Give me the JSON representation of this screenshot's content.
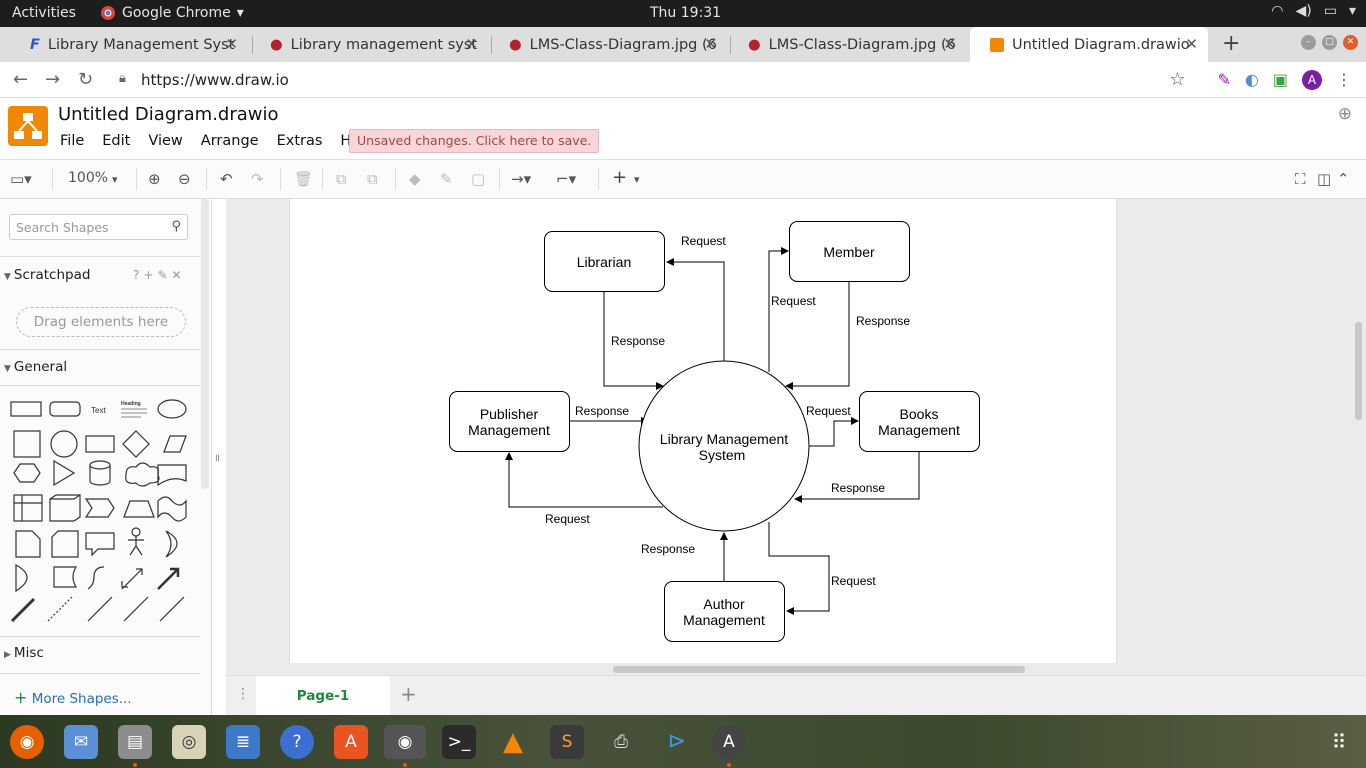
{
  "system": {
    "activities": "Activities",
    "app_name": "Google Chrome",
    "clock": "Thu 19:31"
  },
  "browser": {
    "tabs": [
      {
        "title": "Library Management Syst",
        "icon": "firefox-f-icon"
      },
      {
        "title": "Library management syst",
        "icon": "robot-icon"
      },
      {
        "title": "LMS-Class-Diagram.jpg (6",
        "icon": "robot-icon"
      },
      {
        "title": "LMS-Class-Diagram.jpg (6",
        "icon": "robot-icon"
      },
      {
        "title": "Untitled Diagram.drawio",
        "icon": "drawio-icon"
      }
    ],
    "url": "https://www.draw.io",
    "avatar_letter": "A"
  },
  "drawio": {
    "title": "Untitled Diagram.drawio",
    "menus": [
      "File",
      "Edit",
      "View",
      "Arrange",
      "Extras",
      "Help"
    ],
    "unsaved": "Unsaved changes. Click here to save.",
    "zoom": "100%"
  },
  "sidebar": {
    "search_placeholder": "Search Shapes",
    "scratchpad": "Scratchpad",
    "drag_hint": "Drag elements here",
    "general": "General",
    "shape_text": "Text",
    "shape_heading": "Heading",
    "misc": "Misc",
    "more_shapes": "More Shapes..."
  },
  "diagram": {
    "center": [
      "Library Management",
      "System"
    ],
    "nodes": {
      "librarian": "Librarian",
      "member": "Member",
      "publisher": [
        "Publisher",
        "Management"
      ],
      "books": [
        "Books",
        "Management"
      ],
      "author": [
        "Author",
        "Management"
      ]
    },
    "labels": {
      "request": "Request",
      "response": "Response"
    }
  },
  "page_tab": "Page-1"
}
